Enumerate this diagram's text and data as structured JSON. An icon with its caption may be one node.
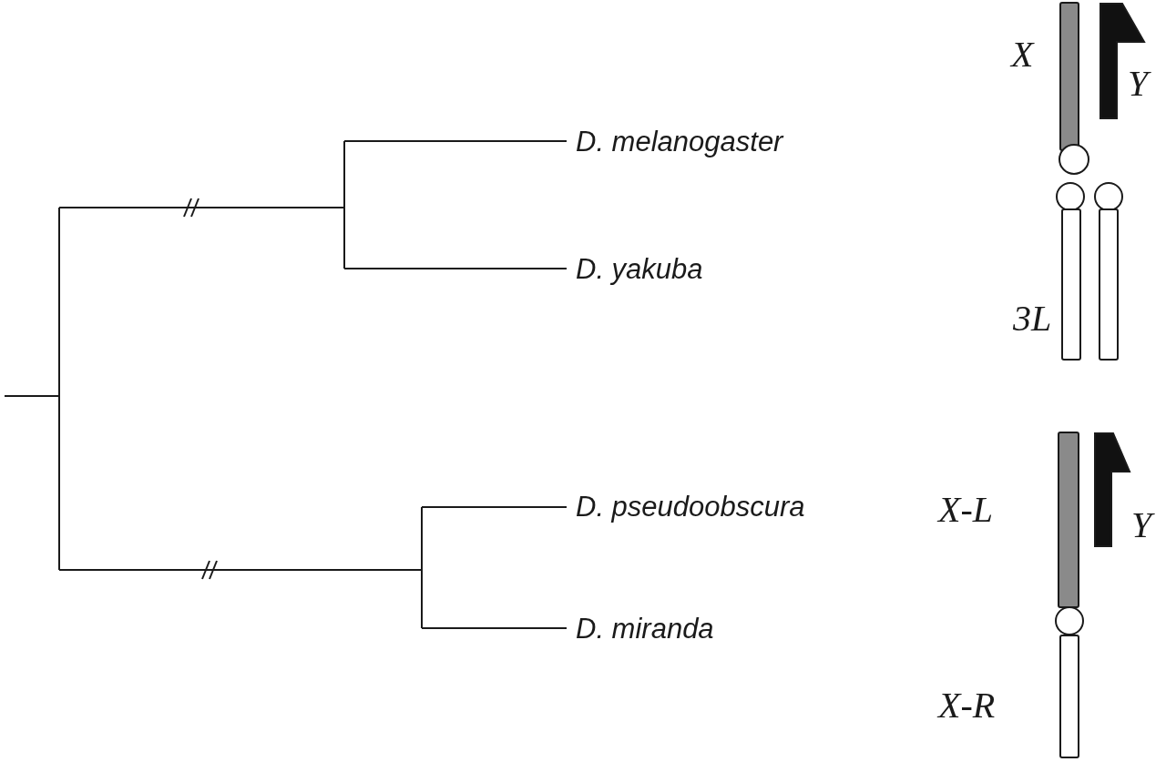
{
  "diagram": {
    "labels": [
      "X",
      "Y",
      "D. melanogaster",
      "D. yakuba",
      "3L",
      "D. pseudoobscura",
      "X-L",
      "Y",
      "D. miranda",
      "X-R"
    ]
  }
}
